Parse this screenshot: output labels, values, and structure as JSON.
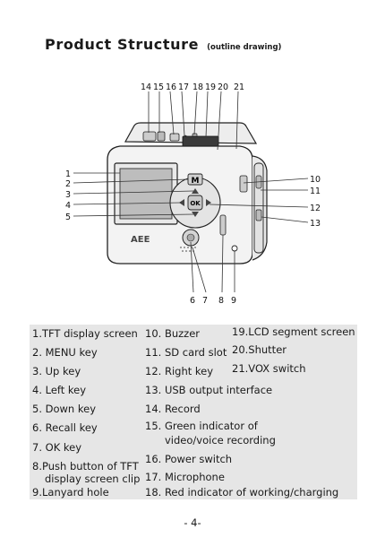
{
  "header": {
    "title": "Product Structure",
    "subtitle": "(outline drawing)"
  },
  "diagram": {
    "top_callouts": [
      "14",
      "15",
      "16",
      "17",
      "18",
      "19",
      "20",
      "21"
    ],
    "left_callouts": [
      "1",
      "2",
      "3",
      "4",
      "5"
    ],
    "right_callouts": [
      "10",
      "11",
      "12",
      "13"
    ],
    "bottom_callouts": [
      "6",
      "7",
      "8",
      "9"
    ],
    "logo_text": "AEE",
    "key_labels": [
      "M",
      "OK"
    ]
  },
  "legend": {
    "col1": [
      {
        "num": "1.",
        "text": "TFT display screen"
      },
      {
        "num": "2.",
        "text": " MENU key"
      },
      {
        "num": "3.",
        "text": " Up key"
      },
      {
        "num": "4.",
        "text": " Left key"
      },
      {
        "num": "5.",
        "text": " Down key"
      },
      {
        "num": "6.",
        "text": " Recall key"
      },
      {
        "num": "7.",
        "text": " OK key"
      },
      {
        "num": "8.",
        "text": "Push button of TFT"
      },
      {
        "num": "",
        "text": "display screen clip"
      },
      {
        "num": "9.",
        "text": "Lanyard hole"
      }
    ],
    "col2": [
      {
        "num": "10.",
        "text": " Buzzer"
      },
      {
        "num": "11.",
        "text": " SD card slot"
      },
      {
        "num": "12.",
        "text": " Right key"
      },
      {
        "num": "13.",
        "text": " USB output interface"
      },
      {
        "num": "14.",
        "text": " Record"
      },
      {
        "num": "15.",
        "text": " Green indicator of"
      },
      {
        "num": "",
        "text": "video/voice recording"
      },
      {
        "num": "16.",
        "text": " Power switch"
      },
      {
        "num": "17.",
        "text": " Microphone"
      },
      {
        "num": "18.",
        "text": " Red indicator of working/charging"
      }
    ],
    "col3": [
      {
        "num": "19.",
        "text": "LCD segment screen"
      },
      {
        "num": "20.",
        "text": "Shutter"
      },
      {
        "num": "21.",
        "text": "VOX switch"
      }
    ]
  },
  "footer": {
    "page_number": "- 4-"
  }
}
